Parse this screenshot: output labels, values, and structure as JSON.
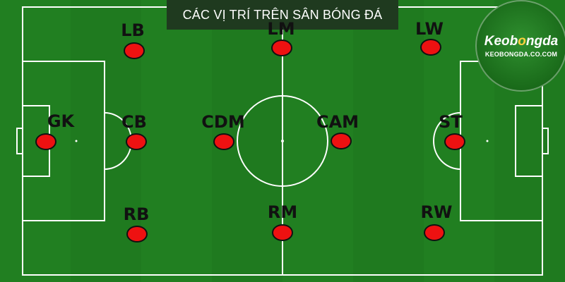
{
  "banner": {
    "title": "CÁC VỊ TRÍ TRÊN SÂN BÓNG ĐÁ"
  },
  "logo": {
    "word_start": "Keob",
    "word_accent": "o",
    "word_end": "ngda",
    "url": "KEOBONGDA.CO.COM"
  },
  "colors": {
    "pitch": "#1f7a1f",
    "lines": "#ffffff",
    "dot": "#ee1111",
    "banner": "#1f3a1f"
  },
  "positions": [
    {
      "id": "lb",
      "label": "LB"
    },
    {
      "id": "lm",
      "label": "LM"
    },
    {
      "id": "lw",
      "label": "LW"
    },
    {
      "id": "gk",
      "label": "GK"
    },
    {
      "id": "cb",
      "label": "CB"
    },
    {
      "id": "cdm",
      "label": "CDM"
    },
    {
      "id": "cam",
      "label": "CAM"
    },
    {
      "id": "st",
      "label": "ST"
    },
    {
      "id": "rb",
      "label": "RB"
    },
    {
      "id": "rm",
      "label": "RM"
    },
    {
      "id": "rw",
      "label": "RW"
    }
  ]
}
